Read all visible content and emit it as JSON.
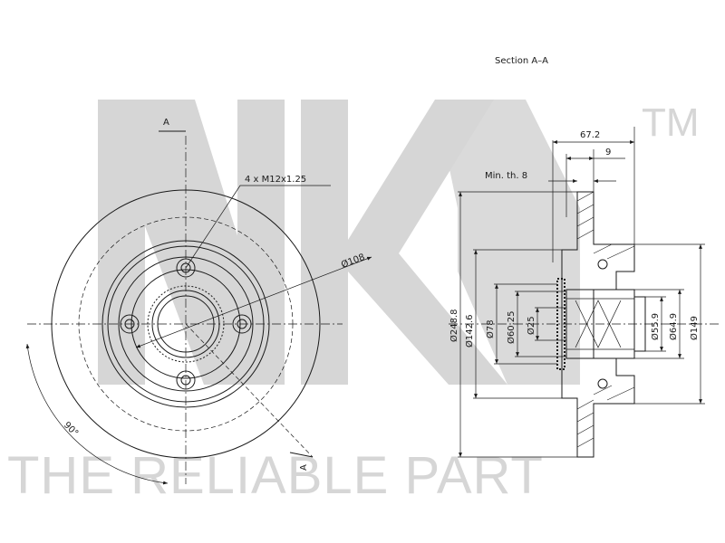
{
  "watermark": {
    "logo": "NK",
    "trademark": "TM",
    "tagline": "THE RELIABLE PART"
  },
  "colors": {
    "line": "#1a1a1a",
    "watermark": "#d6d6d6",
    "background": "#ffffff"
  },
  "front_view": {
    "section_mark_top": "A",
    "section_mark_bottom": "A",
    "bolt_callout": "4 x M12x1.25",
    "pcd": "Ø108",
    "angle": "90°"
  },
  "section_view": {
    "title": "Section A–A",
    "overall_height": "67.2",
    "flange_offset": "9",
    "min_thickness": "Min. th. 8",
    "diameters": {
      "outer": "Ø248.8",
      "friction_inner": "Ø142.6",
      "hat": "Ø78",
      "bearing_seat": "Ø60.25",
      "bore": "Ø25",
      "hub_small": "Ø55.9",
      "hub_mid": "Ø64.9",
      "hub_outer": "Ø149"
    }
  }
}
